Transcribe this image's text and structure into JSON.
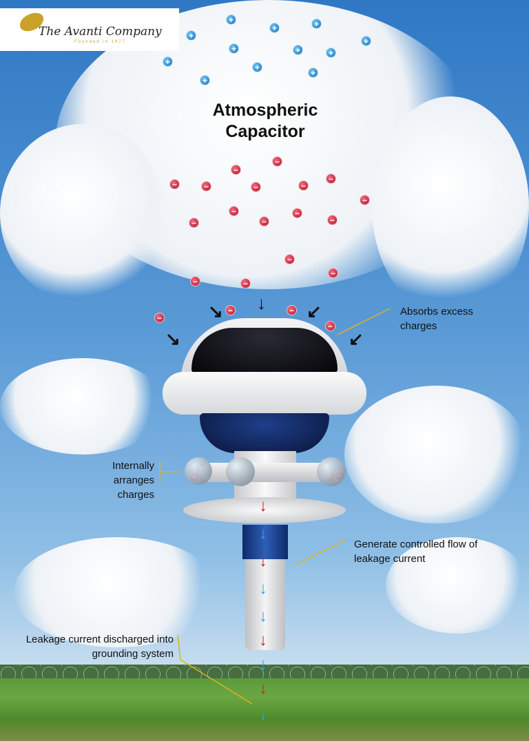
{
  "logo": {
    "name": "The Avanti Company",
    "tagline": "Founded in 1977",
    "accent": "#c9a227"
  },
  "title": "Atmospheric Capacitor",
  "annotations": {
    "absorbs": "Absorbs excess charges",
    "arranges": "Internally arranges charges",
    "generate": "Generate controlled flow of leakage current",
    "discharge": "Leakage current discharged into grounding system"
  },
  "symbols": {
    "positive": "+",
    "negative": "−"
  },
  "colors": {
    "positive": "#1670b8",
    "negative": "#b0142c",
    "flow_red": "#e8141c",
    "flow_blue": "#2aa4e0",
    "leader": "#e0b21a"
  }
}
